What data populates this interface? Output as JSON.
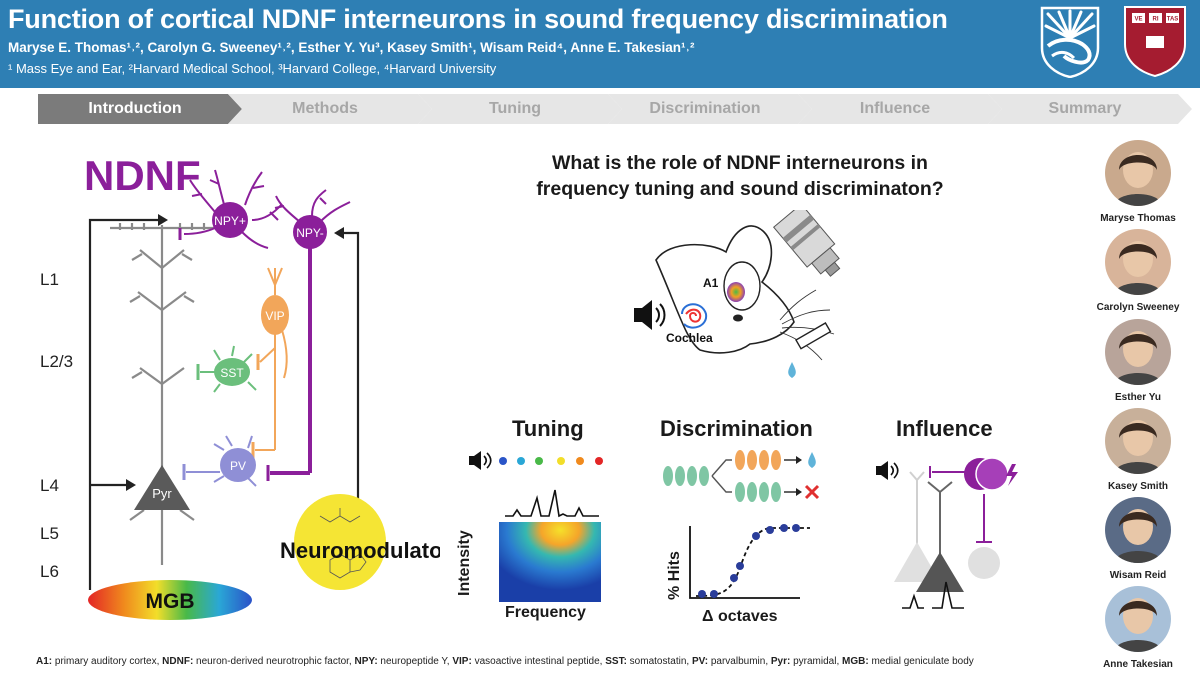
{
  "header": {
    "title": "Function of cortical NDNF interneurons in sound frequency discrimination",
    "authors": "Maryse E. Thomas¹˒², Carolyn G. Sweeney¹˒², Esther Y. Yu³, Kasey Smith¹, Wisam Reid⁴, Anne E. Takesian¹˒²",
    "affiliations": "¹ Mass Eye and Ear, ²Harvard Medical School, ³Harvard College, ⁴Harvard University",
    "logo_left": "mass-eye-and-ear-logo",
    "logo_right": "harvard-shield-logo",
    "logo_right_text": "VE RI TAS"
  },
  "nav": {
    "steps": [
      {
        "label": "Introduction",
        "active": true
      },
      {
        "label": "Methods",
        "active": false
      },
      {
        "label": "Tuning",
        "active": false
      },
      {
        "label": "Discrimination",
        "active": false
      },
      {
        "label": "Influence",
        "active": false
      },
      {
        "label": "Summary",
        "active": false
      }
    ]
  },
  "circuit": {
    "title": "NDNF",
    "layers": [
      "L1",
      "L2/3",
      "L4",
      "L5",
      "L6"
    ],
    "cells": {
      "npy_pos": "NPY+",
      "npy_neg": "NPY-",
      "vip": "VIP",
      "sst": "SST",
      "pv": "PV",
      "pyr": "Pyr"
    },
    "neuromodulators": "Neuromodulators",
    "mgb": "MGB"
  },
  "question": {
    "line1": "What is the role of NDNF interneurons in",
    "line2": "frequency tuning and sound discriminaton?"
  },
  "mouse": {
    "a1": "A1",
    "cochlea": "Cochlea"
  },
  "panels": {
    "tuning": {
      "title": "Tuning",
      "ylabel": "Intensity",
      "xlabel": "Frequency"
    },
    "discrimination": {
      "title": "Discrimination",
      "ylabel": "% Hits",
      "xlabel": "Δ octaves"
    },
    "influence": {
      "title": "Influence"
    }
  },
  "colors": {
    "header": "#2e7fb4",
    "ndnf": "#8b1f9a",
    "vip": "#f2a65a",
    "sst": "#6bbf7c",
    "pv": "#8f8fd6",
    "pyr": "#5a5a5a",
    "neuromod": "#f5e534"
  },
  "people": [
    {
      "name": "Maryse Thomas",
      "avatar": "maryse-thomas-photo",
      "tone": "#c9a98d"
    },
    {
      "name": "Carolyn Sweeney",
      "avatar": "carolyn-sweeney-photo",
      "tone": "#d8b49a"
    },
    {
      "name": "Esther Yu",
      "avatar": "esther-yu-photo",
      "tone": "#b8a49a"
    },
    {
      "name": "Kasey Smith",
      "avatar": "kasey-smith-photo",
      "tone": "#c8b09a"
    },
    {
      "name": "Wisam Reid",
      "avatar": "wisam-reid-photo",
      "tone": "#5a6b86"
    },
    {
      "name": "Anne Takesian",
      "avatar": "anne-takesian-photo",
      "tone": "#a8c0d8"
    }
  ],
  "footnote": [
    {
      "abbr": "A1:",
      "text": " primary auditory cortex, "
    },
    {
      "abbr": "NDNF:",
      "text": " neuron-derived neurotrophic factor, "
    },
    {
      "abbr": "NPY:",
      "text": " neuropeptide Y, "
    },
    {
      "abbr": "VIP:",
      "text": " vasoactive intestinal peptide, "
    },
    {
      "abbr": "SST:",
      "text": " somatostatin, "
    },
    {
      "abbr": "PV:",
      "text": " parvalbumin, "
    },
    {
      "abbr": "Pyr:",
      "text": " pyramidal, "
    },
    {
      "abbr": "MGB:",
      "text": " medial geniculate body"
    }
  ]
}
